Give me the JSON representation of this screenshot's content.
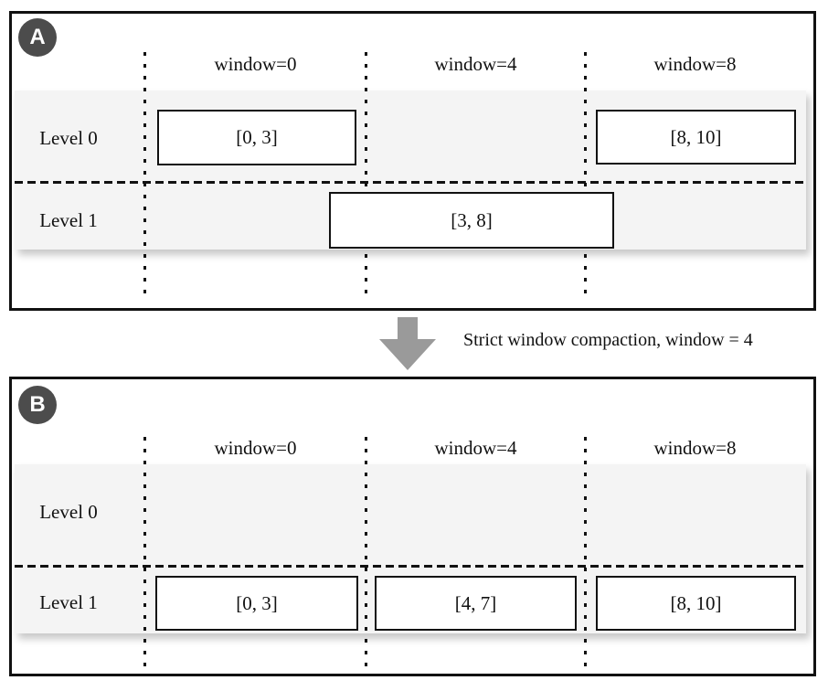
{
  "figure": {
    "type": "two-panel diagram of LSM-tree level windows before and after compaction"
  },
  "panels": [
    {
      "badge": "A",
      "columns": [
        "window=0",
        "window=4",
        "window=8"
      ],
      "row_labels": [
        "Level 0",
        "Level 1"
      ],
      "boxes": [
        {
          "label": "[0, 3]",
          "level": 0,
          "window": "window=0"
        },
        {
          "label": "[8, 10]",
          "level": 0,
          "window": "window=8"
        },
        {
          "label": "[3, 8]",
          "level": 1,
          "window": "spans window=0 through window=8"
        }
      ]
    },
    {
      "badge": "B",
      "columns": [
        "window=0",
        "window=4",
        "window=8"
      ],
      "row_labels": [
        "Level 0",
        "Level 1"
      ],
      "boxes": [
        {
          "label": "[0, 3]",
          "level": 1,
          "window": "window=0"
        },
        {
          "label": "[4, 7]",
          "level": 1,
          "window": "window=4"
        },
        {
          "label": "[8, 10]",
          "level": 1,
          "window": "window=8"
        }
      ]
    }
  ],
  "transition": {
    "label": "Strict window compaction, window = 4",
    "icon": "arrow-down"
  },
  "colors": {
    "badge_bg": "#4c4c4c",
    "badge_text": "#ffffff",
    "band_bg": "#f4f4f4",
    "line": "#111111",
    "box_fill": "#ffffff",
    "arrow": "#9a9a9a"
  }
}
